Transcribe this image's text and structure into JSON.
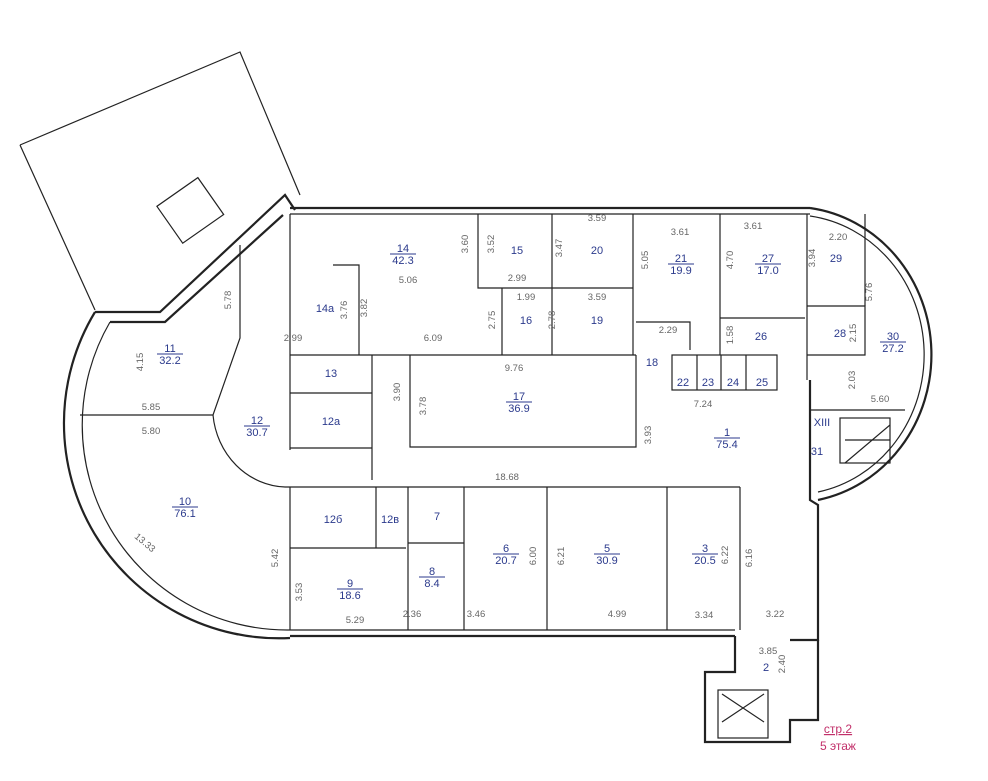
{
  "plan": {
    "page_label": "стр.2",
    "floor_label": "5 этаж",
    "stair_label": "XIII",
    "rooms": [
      {
        "num": "14",
        "area": "42.3"
      },
      {
        "num": "14а",
        "area": null
      },
      {
        "num": "15",
        "area": null
      },
      {
        "num": "20",
        "area": null
      },
      {
        "num": "16",
        "area": null
      },
      {
        "num": "19",
        "area": null
      },
      {
        "num": "21",
        "area": "19.9"
      },
      {
        "num": "27",
        "area": "17.0"
      },
      {
        "num": "29",
        "area": null
      },
      {
        "num": "28",
        "area": null
      },
      {
        "num": "26",
        "area": null
      },
      {
        "num": "30",
        "area": "27.2"
      },
      {
        "num": "18",
        "area": null
      },
      {
        "num": "22",
        "area": null
      },
      {
        "num": "23",
        "area": null
      },
      {
        "num": "24",
        "area": null
      },
      {
        "num": "25",
        "area": null
      },
      {
        "num": "13",
        "area": null
      },
      {
        "num": "12а",
        "area": null
      },
      {
        "num": "17",
        "area": "36.9"
      },
      {
        "num": "1",
        "area": "75.4"
      },
      {
        "num": "31",
        "area": null
      },
      {
        "num": "11",
        "area": "32.2"
      },
      {
        "num": "12",
        "area": "30.7"
      },
      {
        "num": "10",
        "area": "76.1"
      },
      {
        "num": "12б",
        "area": null
      },
      {
        "num": "12в",
        "area": null
      },
      {
        "num": "7",
        "area": null
      },
      {
        "num": "8",
        "area": "8.4"
      },
      {
        "num": "9",
        "area": "18.6"
      },
      {
        "num": "6",
        "area": "20.7"
      },
      {
        "num": "5",
        "area": "30.9"
      },
      {
        "num": "3",
        "area": "20.5"
      },
      {
        "num": "2",
        "area": null
      }
    ],
    "dims": [
      "3.60",
      "3.52",
      "5.06",
      "3.76",
      "3.82",
      "2.99",
      "6.09",
      "2.99",
      "1.99",
      "3.59",
      "3.47",
      "3.59",
      "2.75",
      "2.78",
      "2.29",
      "9.76",
      "3.90",
      "3.78",
      "3.93",
      "3.61",
      "5.05",
      "3.61",
      "4.70",
      "2.20",
      "3.94",
      "5.76",
      "1.58",
      "2.15",
      "2.03",
      "5.60",
      "7.24",
      "5.78",
      "4.15",
      "5.85",
      "5.80",
      "13.33",
      "5.42",
      "3.53",
      "5.29",
      "18.68",
      "2.36",
      "3.46",
      "6.00",
      "6.21",
      "4.99",
      "6.22",
      "6.16",
      "3.34",
      "3.22",
      "3.85",
      "2.40"
    ]
  }
}
